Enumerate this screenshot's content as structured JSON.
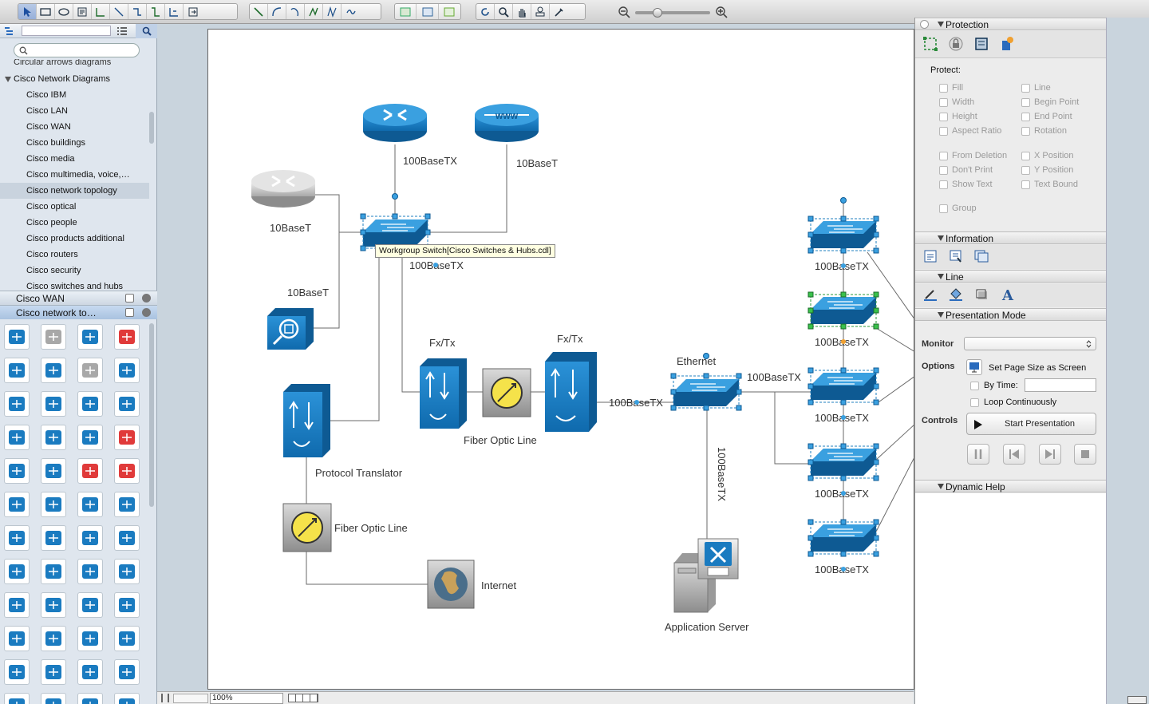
{
  "toolbar": {
    "tools": [
      "pointer",
      "rectangle",
      "ellipse",
      "text-box",
      "connector-direct",
      "connector-smart",
      "connector-round",
      "connector-curved",
      "chain",
      "insert-object",
      "line",
      "arc",
      "bezier",
      "polyline",
      "spline",
      "freehand",
      "container",
      "swimlane",
      "layer",
      "rotate",
      "zoom",
      "pan",
      "stamp",
      "eyedropper"
    ],
    "zoom_slider_value": 0.35
  },
  "sidebar": {
    "search_placeholder": "",
    "tree": {
      "partial_top": "Circular arrows diagrams",
      "group": "Cisco Network Diagrams",
      "items": [
        "Cisco IBM",
        "Cisco LAN",
        "Cisco WAN",
        "Cisco buildings",
        "Cisco media",
        "Cisco multimedia, voice,…",
        "Cisco network topology",
        "Cisco optical",
        "Cisco people",
        "Cisco products additional",
        "Cisco routers",
        "Cisco security",
        "Cisco switches and hubs"
      ],
      "selected": "Cisco network topology"
    },
    "open_stencils": [
      "Cisco WAN",
      "Cisco network to…"
    ]
  },
  "diagram": {
    "labels": {
      "router_top_label": "100BaseTX",
      "www_label": "10BaseT",
      "gray_router_label": "10BaseT",
      "search_label": "10BaseT",
      "switch_label": "100BaseTX",
      "fx1_label": "Fx/Tx",
      "fx2_label": "Fx/Tx",
      "fiber1_label": "Fiber Optic Line",
      "protocol_label": "Protocol Translator",
      "fiber2_label": "Fiber Optic Line",
      "internet_label": "Internet",
      "ethernet_label": "Ethernet",
      "link_label": "100BaseTX",
      "eth_right_label": "100BaseTX",
      "vertical_label": "100BaseTX",
      "app_server_label": "Application Server",
      "sw_r1": "100BaseTX",
      "sw_r2": "100BaseTX",
      "sw_r3": "100BaseTX",
      "sw_r4": "100BaseTX",
      "sw_r5": "100BaseTX",
      "www_text": "WWW"
    },
    "tooltip": "Workgroup Switch[Cisco Switches & Hubs.cdl]"
  },
  "statusbar": {
    "zoom": "100%"
  },
  "panel": {
    "protection": {
      "title": "Protection",
      "protect_label": "Protect:",
      "left": [
        "Fill",
        "Width",
        "Height",
        "Aspect Ratio"
      ],
      "right": [
        "Line",
        "Begin Point",
        "End Point",
        "Rotation"
      ],
      "left2": [
        "From Deletion",
        "Don't Print",
        "Show Text"
      ],
      "right2": [
        "X Position",
        "Y Position",
        "Text Bound"
      ],
      "group": "Group"
    },
    "information": {
      "title": "Information"
    },
    "line": {
      "title": "Line"
    },
    "presentation": {
      "title": "Presentation Mode",
      "monitor_label": "Monitor",
      "monitor_value": "",
      "options_label": "Options",
      "set_page_size": "Set Page Size as Screen",
      "by_time": "By Time:",
      "loop": "Loop Continuously",
      "controls_label": "Controls",
      "start": "Start Presentation"
    },
    "dynamic_help": {
      "title": "Dynamic Help"
    }
  },
  "colors": {
    "cisco_blue": "#1a7bc0",
    "cisco_dark": "#0e5a93",
    "selection": "#1f7fbf"
  }
}
